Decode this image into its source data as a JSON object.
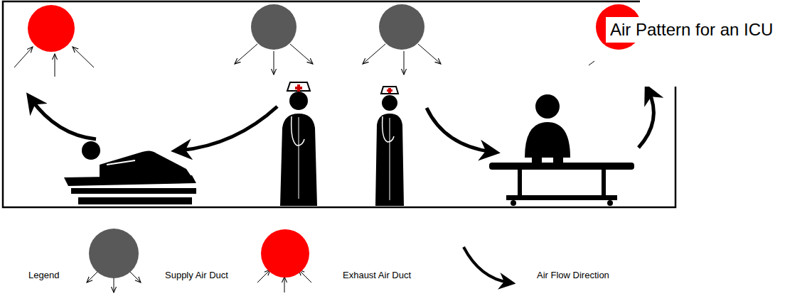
{
  "diagram": {
    "title": "Air Pattern for an ICU",
    "labels": [
      "Legend"
    ],
    "legend": [
      {
        "text": "Supply Air Duct",
        "color": "#595959"
      },
      {
        "text": "Exhaust Air Duct",
        "color": "#ff0000"
      },
      {
        "text": "Air Flow Direction"
      }
    ]
  }
}
